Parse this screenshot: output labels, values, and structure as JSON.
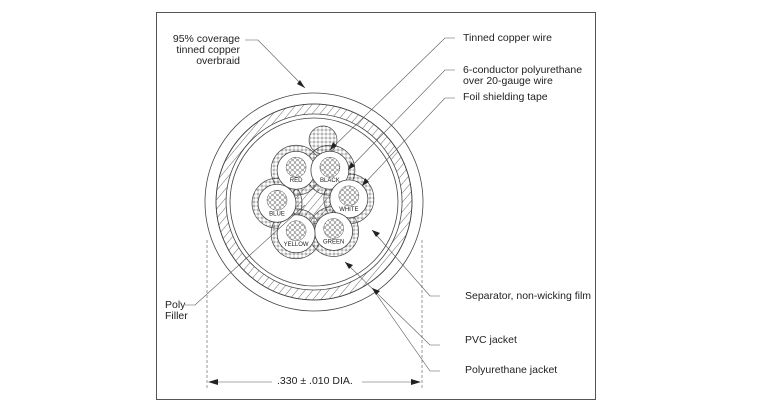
{
  "labels": {
    "overbraid": [
      "95% coverage",
      "tinned copper",
      "overbraid"
    ],
    "tinned_copper_wire": "Tinned copper wire",
    "conductor": [
      "6-conductor polyurethane",
      "over 20-gauge wire"
    ],
    "foil": "Foil shielding tape",
    "separator": "Separator, non-wicking film",
    "pvc": "PVC jacket",
    "polyurethane": "Polyurethane jacket",
    "filler": [
      "Poly",
      "Filler"
    ],
    "dimension": ".330 ± .010 DIA."
  },
  "wires": [
    "RED",
    "BLACK",
    "WHITE",
    "GREEN",
    "YELLOW",
    "BLUE"
  ]
}
